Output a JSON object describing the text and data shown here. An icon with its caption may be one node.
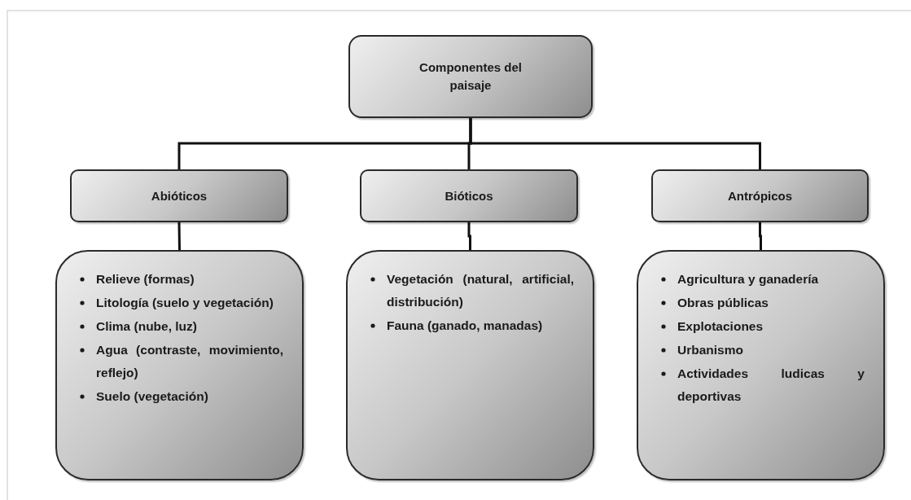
{
  "diagram": {
    "nodes": [
      {
        "text": [
          "Componentes del paisaje"
        ]
      },
      {
        "text": [
          "Abióticos"
        ]
      },
      {
        "text": [
          "Bióticos"
        ]
      },
      {
        "text": [
          "Antrópicos"
        ]
      },
      {
        "text": [
          "Relieve (formas)",
          "Litología (suelo y vegetación)",
          "Clima (nube, luz)",
          "Agua (contraste, movimiento, reflejo)",
          "Suelo (vegetación)"
        ]
      },
      {
        "text": [
          "Vegetación (natural, artificial, distribución)",
          "Fauna (ganado, manadas)"
        ]
      },
      {
        "text": [
          "Agricultura y ganadería",
          "Obras públicas",
          "Explotaciones",
          "Urbanismo",
          "Actividades ludicas y deportivas"
        ]
      }
    ],
    "edges": [
      {
        "from": 0,
        "to": 1,
        "arrow": "none"
      },
      {
        "from": 0,
        "to": 2,
        "arrow": "none"
      },
      {
        "from": 0,
        "to": 3,
        "arrow": "none"
      },
      {
        "from": 1,
        "to": 4,
        "arrow": "none"
      },
      {
        "from": 2,
        "to": 5,
        "arrow": "none"
      },
      {
        "from": 3,
        "to": 6,
        "arrow": "none"
      }
    ]
  }
}
